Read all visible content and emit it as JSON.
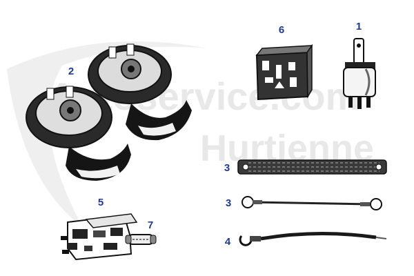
{
  "watermark": {
    "line1": "Autoservice.com",
    "line2": "Hurtienne",
    "color": "#e8e8e8"
  },
  "label_color": "#1f3a93",
  "parts": [
    {
      "id": "relay",
      "number": "1",
      "icon": "relay-icon"
    },
    {
      "id": "horns",
      "number": "2",
      "icon": "horn-pair-icon"
    },
    {
      "id": "braided-ground-strap",
      "number": "3",
      "icon": "braided-strap-icon"
    },
    {
      "id": "ground-cable-eyelets",
      "number": "3",
      "icon": "eyelet-cable-icon"
    },
    {
      "id": "ground-cable-clamp",
      "number": "4",
      "icon": "clamp-cable-icon"
    },
    {
      "id": "fuse-box",
      "number": "5",
      "icon": "fuse-box-icon"
    },
    {
      "id": "relay-socket",
      "number": "6",
      "icon": "relay-socket-icon"
    },
    {
      "id": "fuse",
      "number": "7",
      "icon": "fuse-icon"
    }
  ]
}
